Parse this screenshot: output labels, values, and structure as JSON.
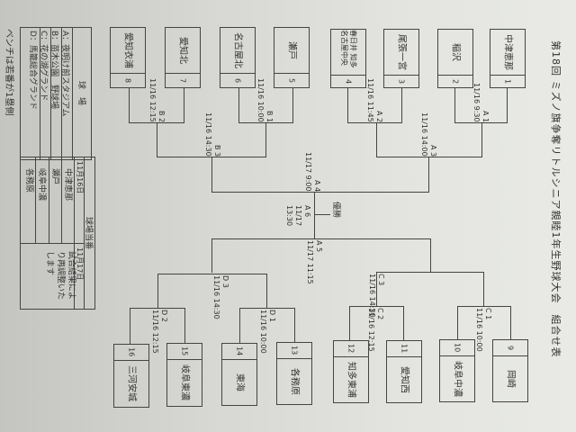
{
  "title": "第18回 ミズノ旗争奪リトルシニア親睦1年生野球大会　組合せ表",
  "champion_label": "優勝",
  "venues": {
    "header": "球　場",
    "items": [
      "A：夜明け前スタジアム",
      "B：苗木公園　野球場",
      "C：花の湖グランド",
      "D：馬籠総合グランド"
    ]
  },
  "bench_note": "ベンチは若番が1塁側",
  "duty": {
    "header": "球場当番",
    "day1": "11月16日",
    "day2": "11月17日",
    "day1_teams": [
      "中津恵那",
      "瀬戸",
      "岐阜中濃",
      "各務原"
    ],
    "day2_note": "試合結果により再調整いたします"
  },
  "teams": [
    {
      "seed": "1",
      "name": "中津恵那"
    },
    {
      "seed": "2",
      "name": "稲沢"
    },
    {
      "seed": "3",
      "name": "尾張一宮"
    },
    {
      "seed": "4",
      "name": "春日井 知多 名古屋中央"
    },
    {
      "seed": "5",
      "name": "瀬戸"
    },
    {
      "seed": "6",
      "name": "名古屋北"
    },
    {
      "seed": "7",
      "name": "愛知北"
    },
    {
      "seed": "8",
      "name": "愛知衣浦"
    },
    {
      "seed": "9",
      "name": "岡崎"
    },
    {
      "seed": "10",
      "name": "岐阜中濃"
    },
    {
      "seed": "11",
      "name": "愛知西"
    },
    {
      "seed": "12",
      "name": "知多東浦"
    },
    {
      "seed": "13",
      "name": "各務原"
    },
    {
      "seed": "14",
      "name": "東海"
    },
    {
      "seed": "15",
      "name": "岐阜東濃"
    },
    {
      "seed": "16",
      "name": "三河安城"
    }
  ],
  "matches": {
    "A1": {
      "id": "A 1",
      "when": "11/16 9:30"
    },
    "A2": {
      "id": "A 2",
      "when": "11/16 11:45"
    },
    "A3": {
      "id": "A 3",
      "when": "11/16 14:00"
    },
    "A4": {
      "id": "A 4",
      "when": "11/17 9:00"
    },
    "A5": {
      "id": "A 5",
      "when": "11/17 11:15"
    },
    "A6": {
      "id": "A 6",
      "date": "11/17",
      "time": "13:30"
    },
    "B1": {
      "id": "B 1",
      "when": "11/16 10:00"
    },
    "B2": {
      "id": "B 2",
      "when": "11/16 12:15"
    },
    "B3": {
      "id": "B 3",
      "when": "11/16 14:30"
    },
    "C1": {
      "id": "C 1",
      "when": "11/16 10:00"
    },
    "C2": {
      "id": "C 2",
      "when": "11/16 12:15"
    },
    "C3": {
      "id": "C 3",
      "when": "11/16 14:30"
    },
    "D1": {
      "id": "D 1",
      "when": "11/16 10:00"
    },
    "D2": {
      "id": "D 2",
      "when": "11/16 12:15"
    },
    "D3": {
      "id": "D 3",
      "when": "11/16 14:30"
    }
  }
}
